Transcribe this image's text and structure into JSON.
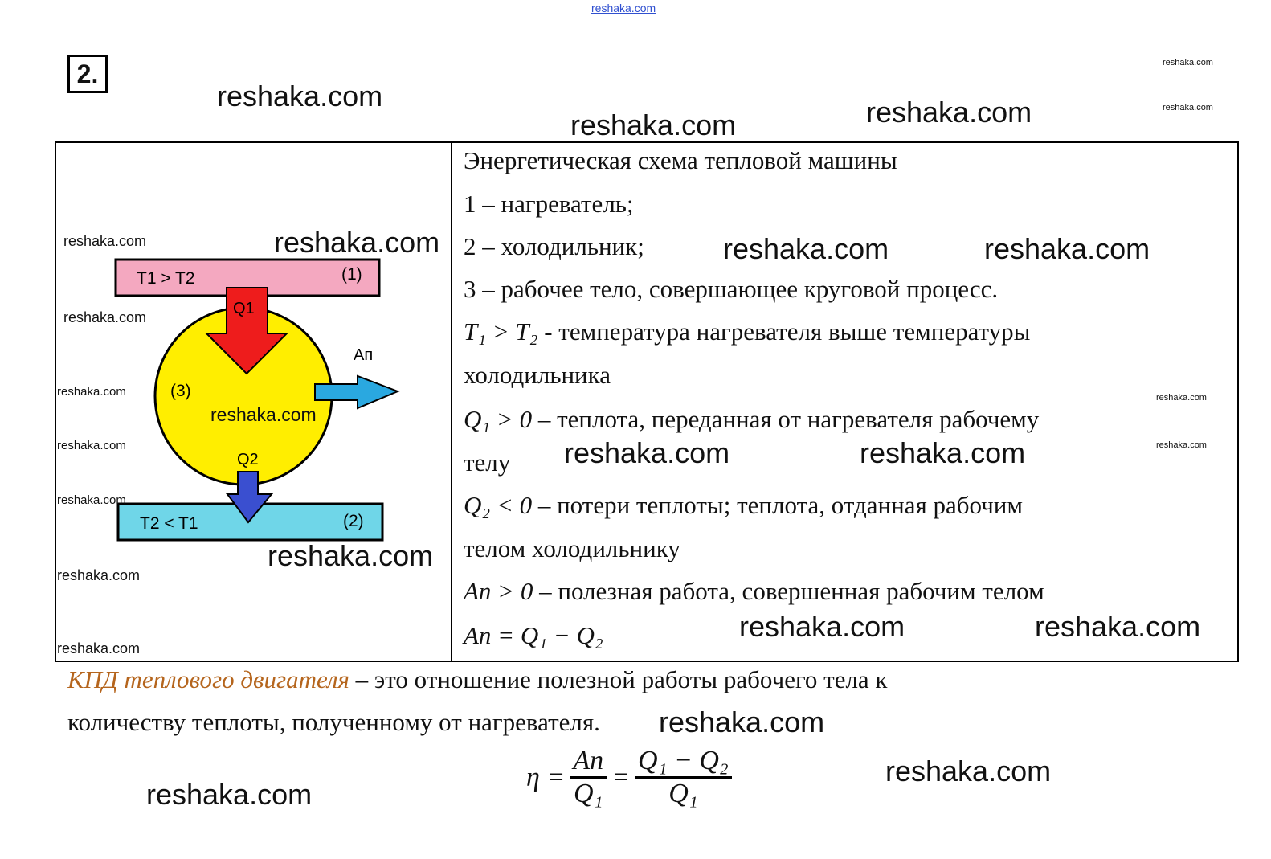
{
  "header": {
    "site_link": "reshaka.com",
    "task_number": "2."
  },
  "diagram": {
    "heater_label": "T1 > T2",
    "heater_num": "(1)",
    "cooler_label": "T2 < T1",
    "cooler_num": "(2)",
    "body_num": "(3)",
    "q1": "Q1",
    "q2": "Q2",
    "work": "Ап",
    "colors": {
      "heater": "#f4a8c0",
      "cooler": "#6fd6e8",
      "body": "#ffee00",
      "q1_arrow": "#ee1c1c",
      "q2_arrow": "#3a4fd0",
      "work_arrow": "#2aa8e0"
    }
  },
  "text": {
    "title": "Энергетическая схема тепловой машины",
    "item1": "1 – нагреватель;",
    "item2": "2 – холодильник;",
    "item3": "3 – рабочее тело, совершающее круговой процесс.",
    "t_rel": "T₁ > T₂",
    "t_desc": "- температура нагревателя выше температуры",
    "t_desc2": "холодильника",
    "q1_rel": "Q₁ > 0",
    "q1_desc": "– теплота, переданная от нагревателя рабочему",
    "q1_desc2": "телу",
    "q2_rel": "Q₂ < 0",
    "q2_desc": "– потери теплоты; теплота, отданная рабочим",
    "q2_desc2": "телом холодильнику",
    "a_rel": "Aп > 0",
    "a_desc": "– полезная работа, совершенная рабочим телом",
    "a_eq": "Aп = Q₁ − Q₂",
    "kpd_term": "КПД теплового двигателя",
    "kpd_def": " – это отношение полезной работы рабочего тела к",
    "kpd_def2": "количеству теплоты, полученному от нагревателя.",
    "f_eta": "η =",
    "f_num1": "Aп",
    "f_den1": "Q₁",
    "f_eq": "=",
    "f_num2": "Q₁ − Q₂",
    "f_den2": "Q₁"
  },
  "watermarks": [
    "reshaka.com",
    "reshaka.com",
    "reshaka.com",
    "reshaka.com",
    "reshaka.com",
    "reshaka.com",
    "reshaka.com",
    "reshaka.com",
    "reshaka.com",
    "reshaka.com",
    "reshaka.com",
    "reshaka.com",
    "reshaka.com",
    "reshaka.com",
    "reshaka.com",
    "reshaka.com",
    "reshaka.com",
    "reshaka.com",
    "reshaka.com",
    "reshaka.com",
    "reshaka.com",
    "reshaka.com",
    "reshaka.com",
    "reshaka.com"
  ]
}
